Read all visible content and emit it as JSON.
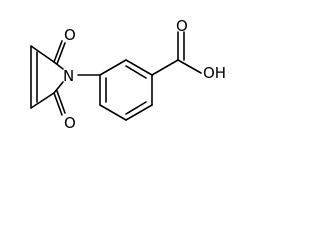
{
  "molecule": {
    "atom_labels": {
      "o_top": "O",
      "o_bottom": "O",
      "n": "N",
      "o_acid": "O",
      "oh": "OH"
    }
  }
}
